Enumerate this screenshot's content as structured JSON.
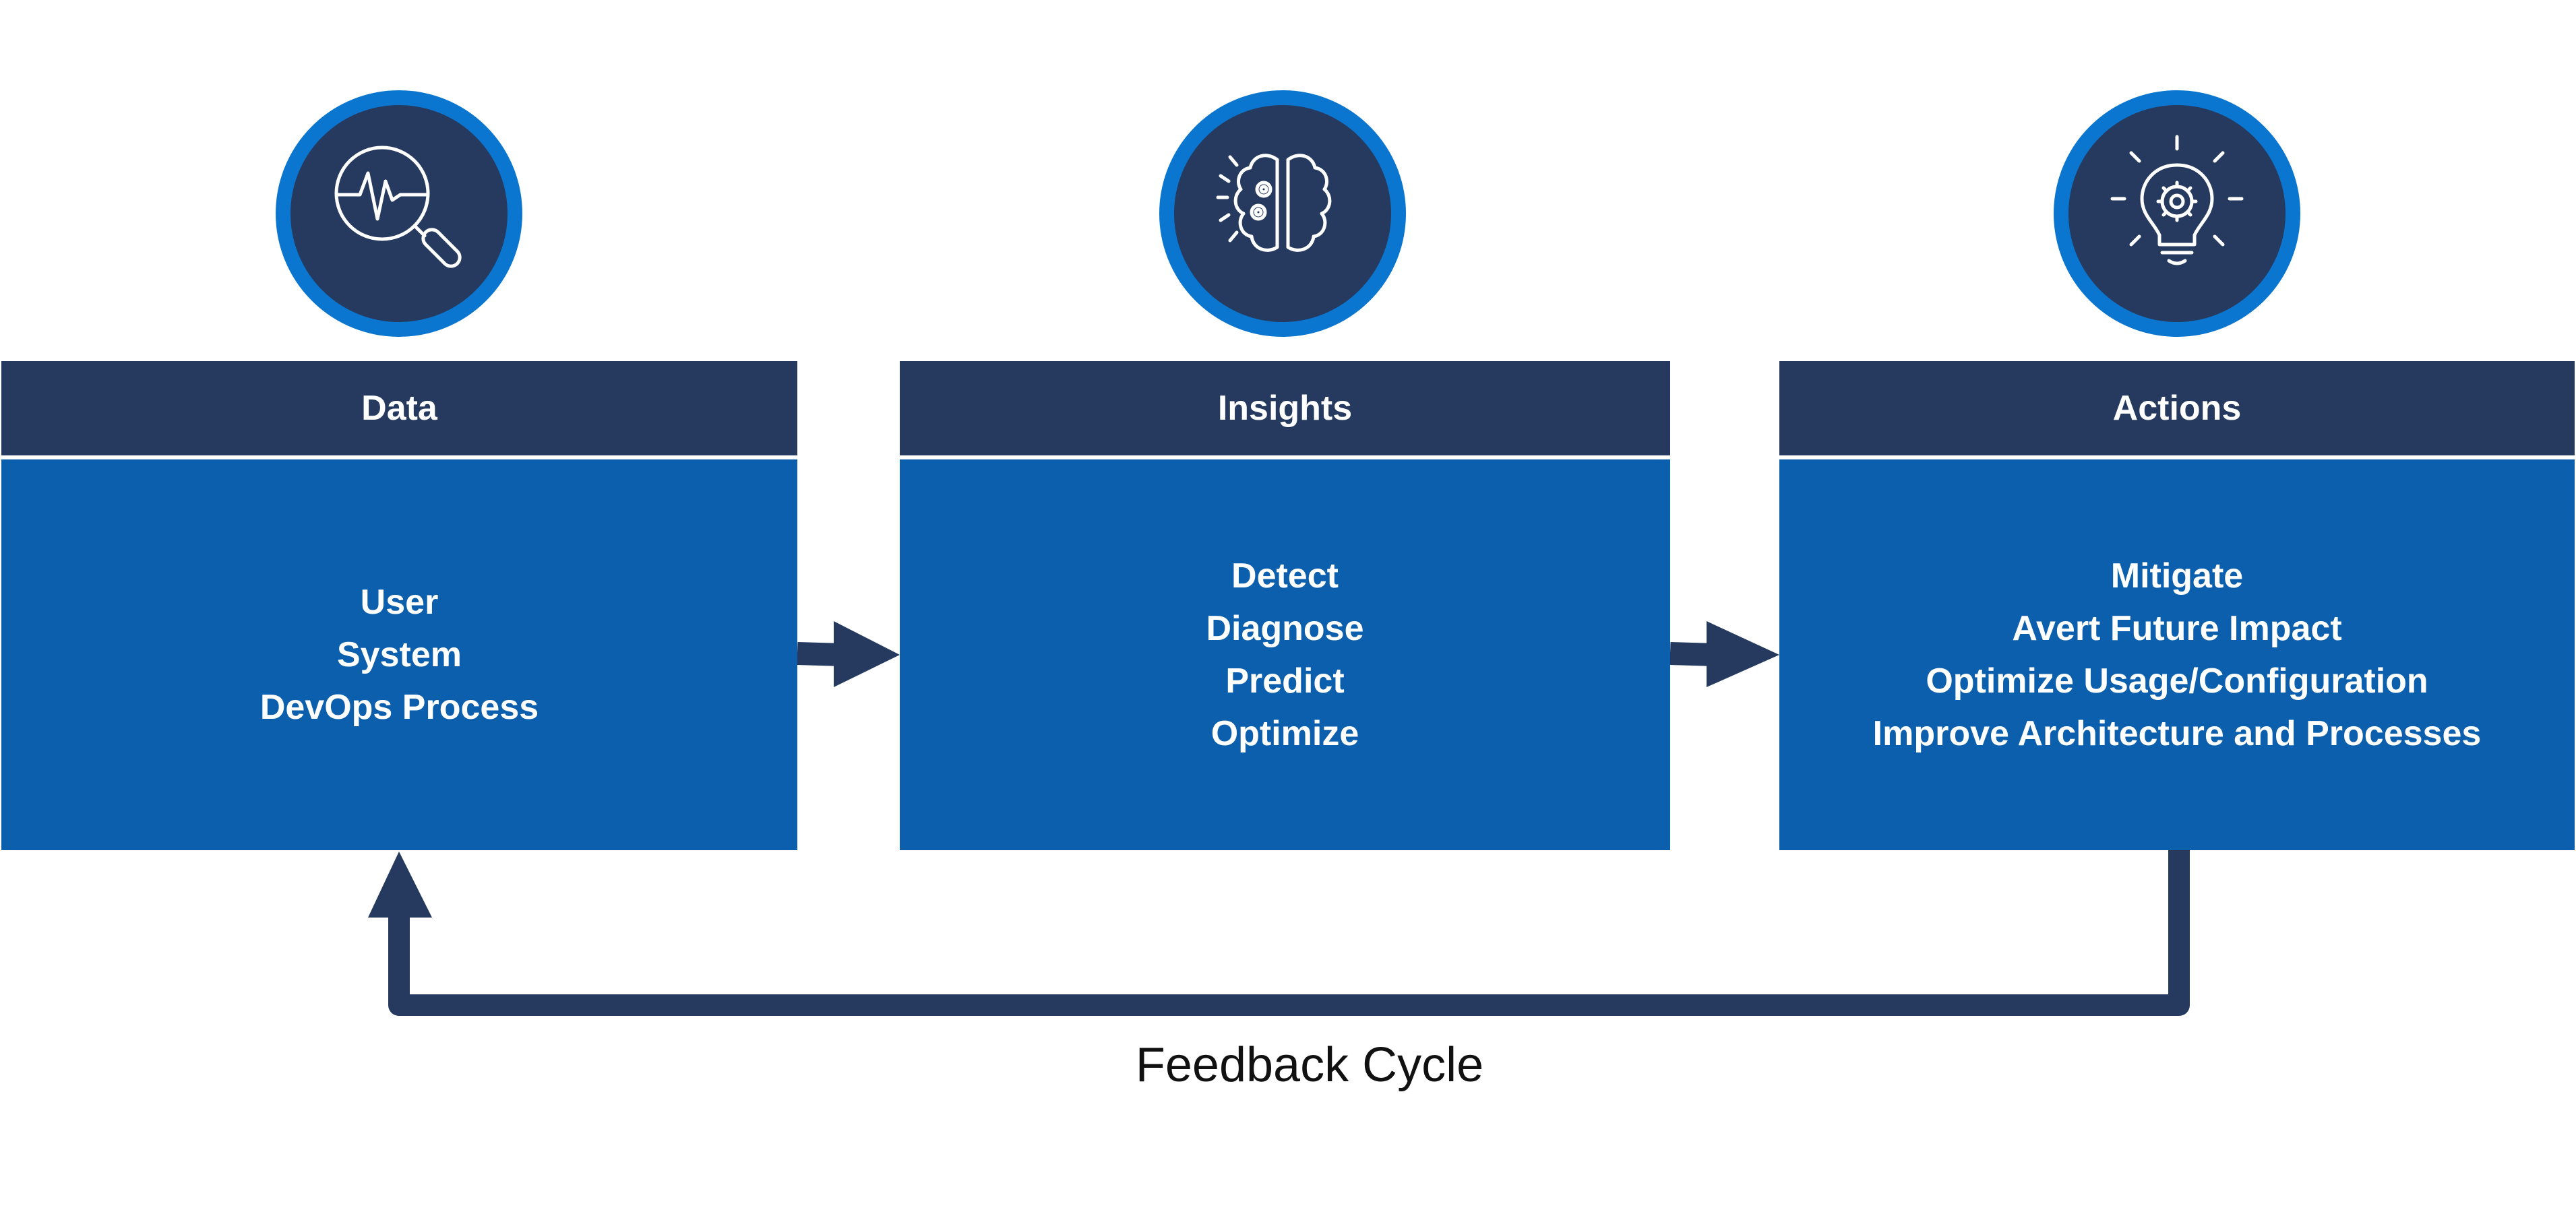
{
  "colors": {
    "navy": "#253a5e",
    "ring_blue": "#0b76d0",
    "panel_blue": "#0c5fad",
    "text_light": "#ffffff",
    "text_dark": "#111111"
  },
  "stages": [
    {
      "icon": "magnifier-pulse-icon",
      "title": "Data",
      "items": [
        "User",
        "System",
        "DevOps Process"
      ]
    },
    {
      "icon": "brain-gears-icon",
      "title": "Insights",
      "items": [
        "Detect",
        "Diagnose",
        "Predict",
        "Optimize"
      ]
    },
    {
      "icon": "lightbulb-gear-icon",
      "title": "Actions",
      "items": [
        "Mitigate",
        "Avert Future Impact",
        "Optimize Usage/Configuration",
        "Improve Architecture and Processes"
      ]
    }
  ],
  "feedback": {
    "caption": "Feedback Cycle"
  }
}
